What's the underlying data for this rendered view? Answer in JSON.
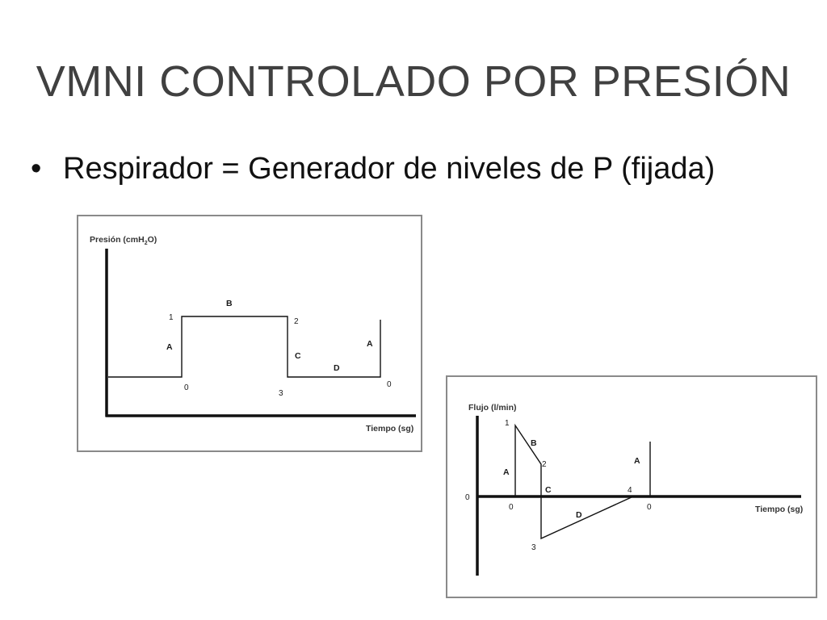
{
  "slide": {
    "title": "VMNI CONTROLADO POR PRESIÓN",
    "bullet": "Respirador = Generador de niveles de P (fijada)",
    "bullet_symbol": "•"
  },
  "pressure_diagram": {
    "y_axis_label": "Presión (cmH",
    "y_axis_subscript": "2",
    "y_axis_suffix": "O)",
    "x_axis_label": "Tiempo (sg)",
    "point_labels": [
      "0",
      "1",
      "2",
      "3",
      "0"
    ],
    "segment_labels": [
      "A",
      "B",
      "C",
      "D",
      "A"
    ]
  },
  "flow_diagram": {
    "y_axis_label": "Flujo (l/min)",
    "x_axis_label": "Tiempo (sg)",
    "zero_label": "0",
    "point_labels": [
      "0",
      "1",
      "2",
      "3",
      "4",
      "0"
    ],
    "segment_labels": [
      "A",
      "B",
      "C",
      "D",
      "A"
    ]
  },
  "colors": {
    "title": "#404040",
    "frame": "#8a8a8a",
    "ink": "#1a1a1a"
  }
}
